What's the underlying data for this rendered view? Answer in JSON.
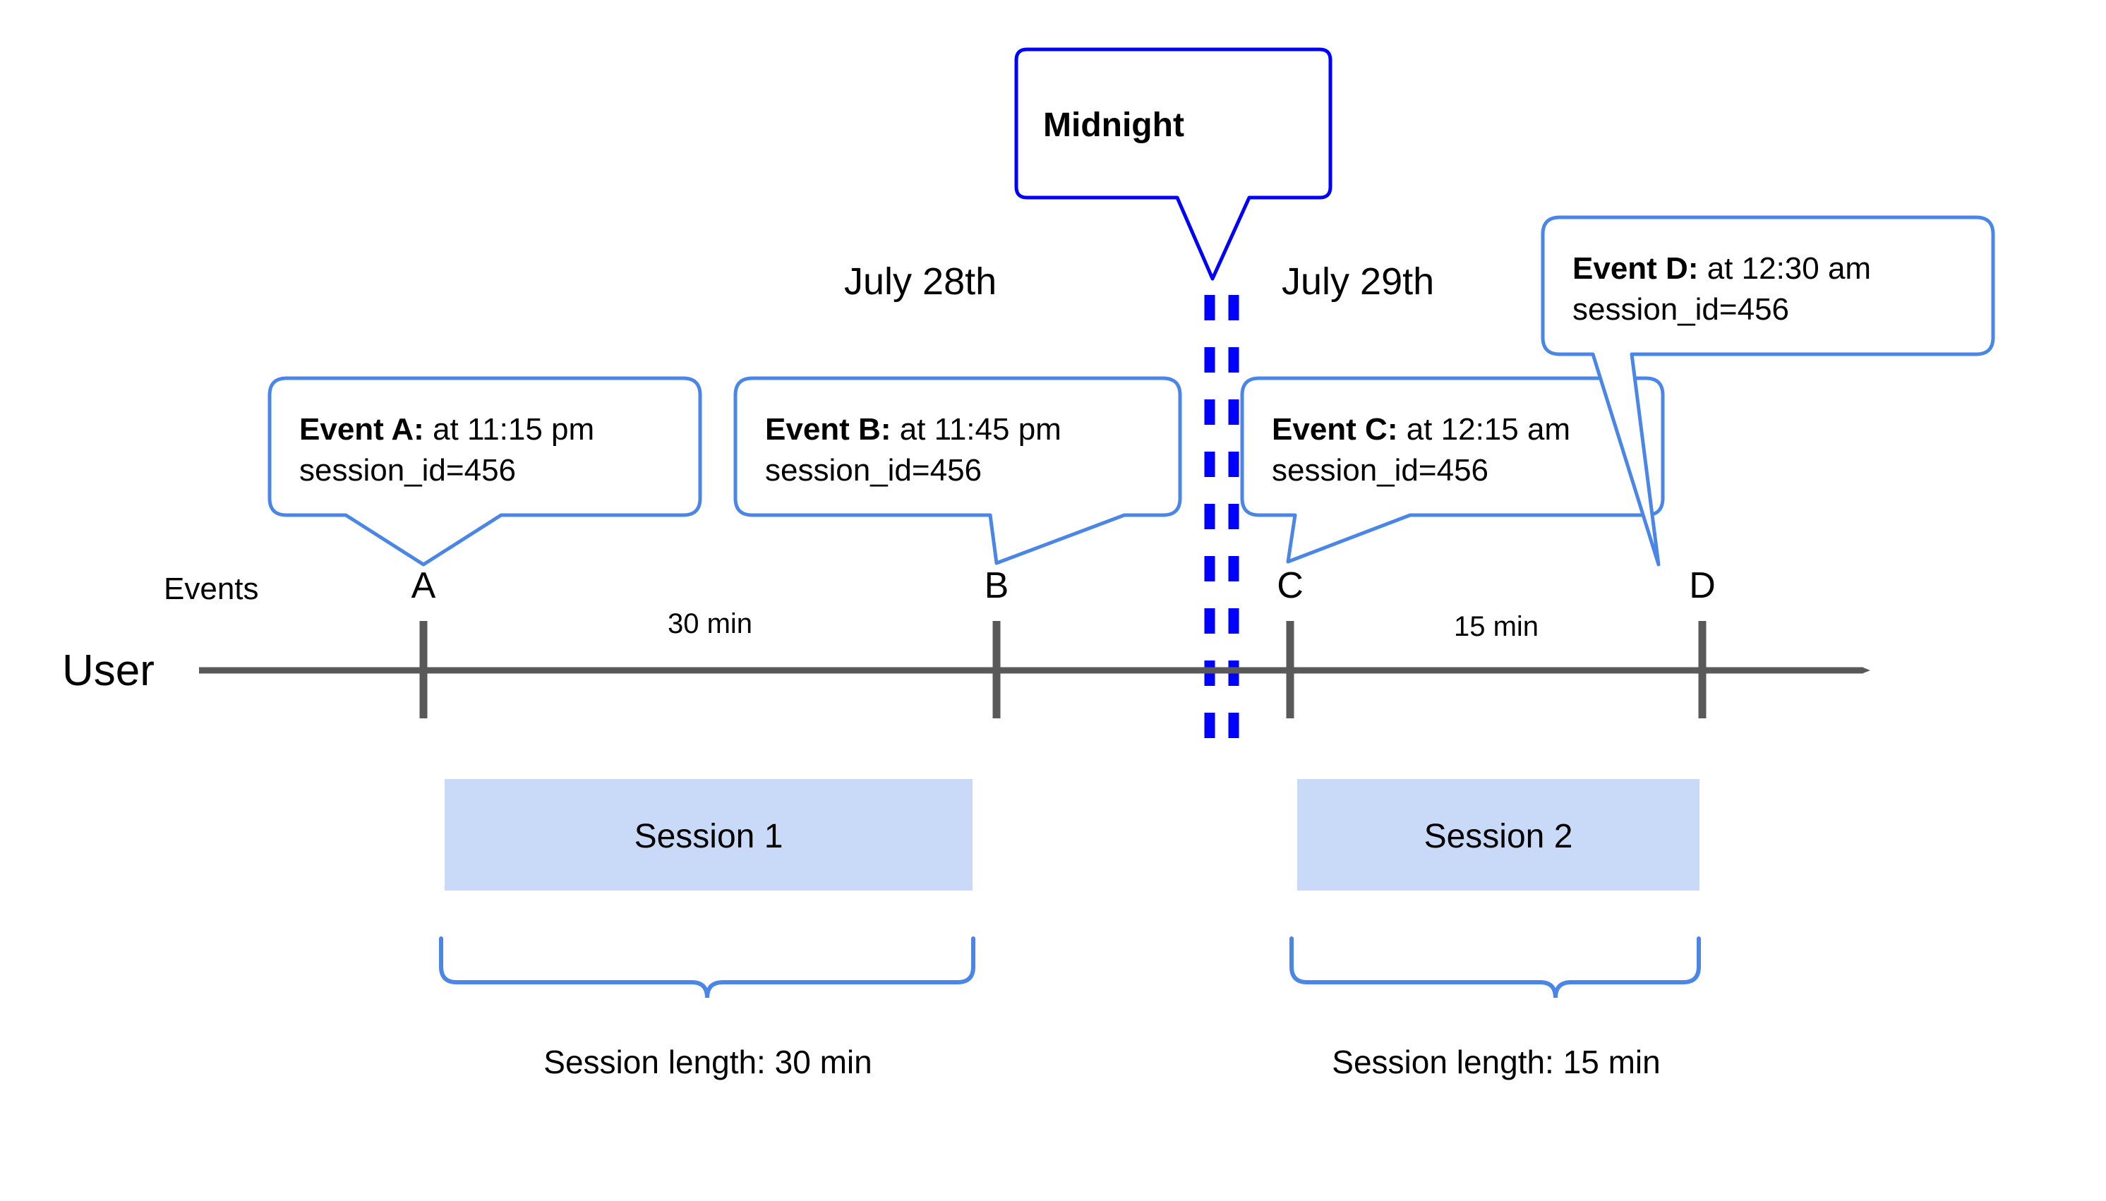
{
  "diagram": {
    "title_callout": {
      "label": "Midnight"
    },
    "dates": [
      {
        "label": "July 28th"
      },
      {
        "label": "July 29th"
      }
    ],
    "axis": {
      "events_row_label": "Events",
      "user_row_label": "User"
    },
    "events": [
      {
        "marker": "A",
        "bold_prefix": "Event A:",
        "detail": " at 11:15 pm",
        "session_line": "session_id=456"
      },
      {
        "marker": "B",
        "bold_prefix": "Event B:",
        "detail": " at 11:45 pm",
        "session_line": "session_id=456"
      },
      {
        "marker": "C",
        "bold_prefix": "Event C:",
        "detail": " at 12:15 am",
        "session_line": "session_id=456"
      },
      {
        "marker": "D",
        "bold_prefix": "Event D:",
        "detail": " at 12:30 am",
        "session_line": "session_id=456"
      }
    ],
    "intervals": [
      {
        "label": "30 min"
      },
      {
        "label": "15 min"
      }
    ],
    "sessions": [
      {
        "name": "Session 1",
        "length_label": "Session length: 30 min"
      },
      {
        "name": "Session 2",
        "length_label": "Session length: 15 min"
      }
    ],
    "colors": {
      "callout_border": "#4A86E8",
      "midnight_border": "#0000FF",
      "midnight_dashes": "#0000FF",
      "axis": "#595959",
      "session_fill": "#C9DAF8",
      "brace": "#4A86E8",
      "text": "#000000",
      "background": "#FFFFFF"
    }
  }
}
